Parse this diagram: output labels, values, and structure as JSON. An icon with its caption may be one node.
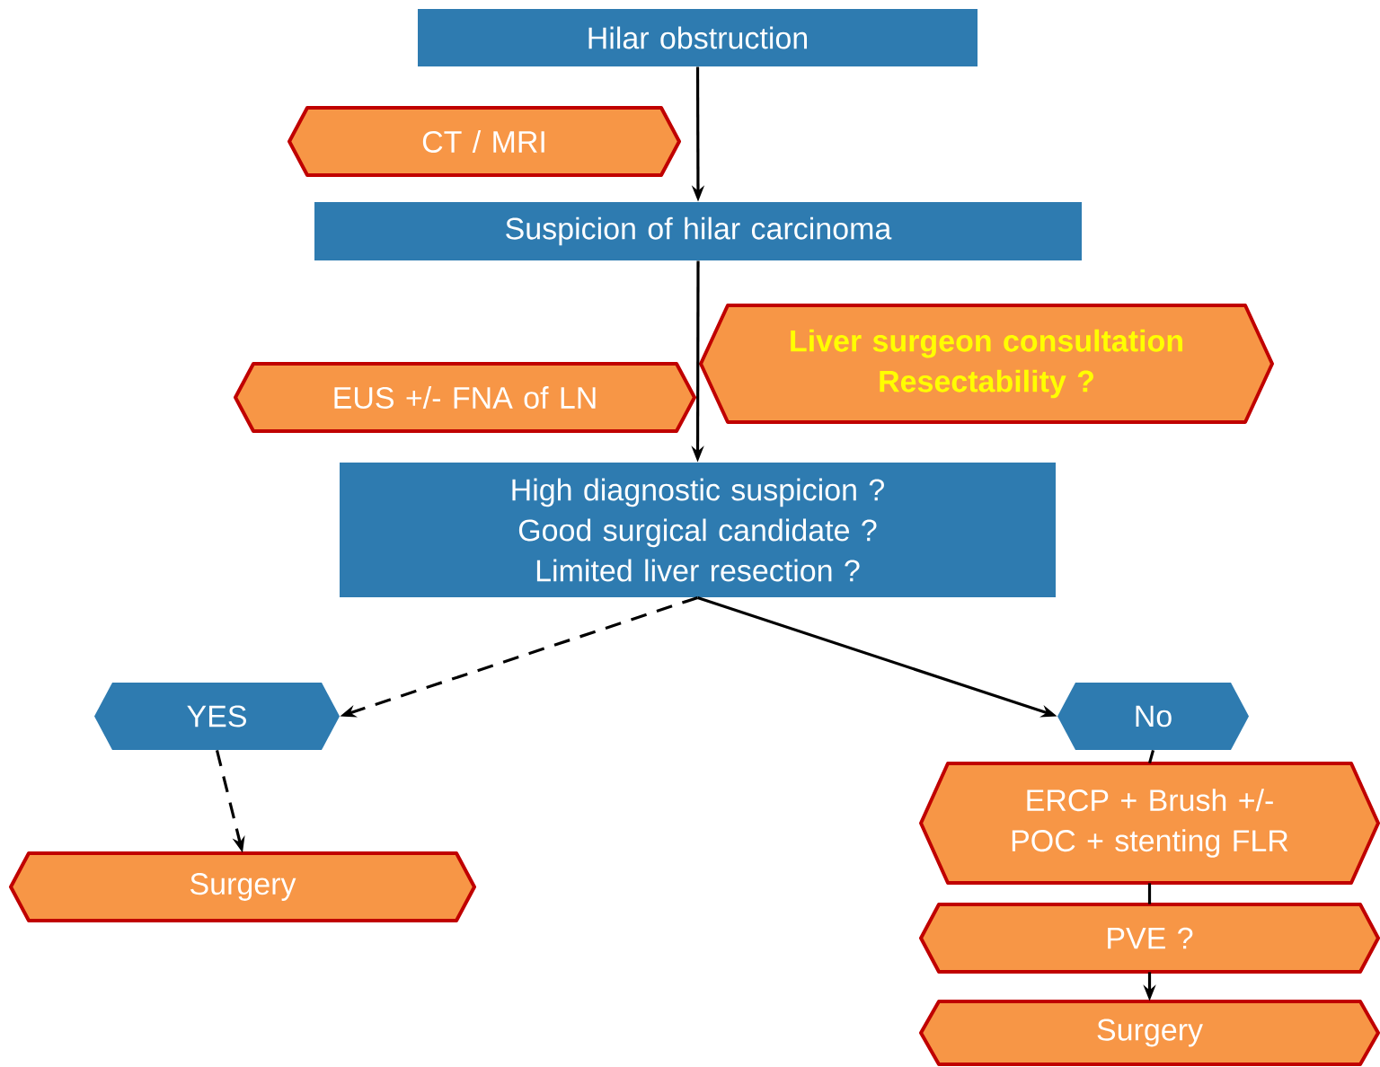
{
  "diagram": {
    "nodes": [
      {
        "text": [
          "Hilar obstruction"
        ]
      },
      {
        "text": [
          "CT / MRI"
        ]
      },
      {
        "text": [
          "Suspicion of hilar carcinoma"
        ]
      },
      {
        "text": [
          "Liver surgeon consultation Resectability ?"
        ]
      },
      {
        "text": [
          "EUS +/- FNA of LN"
        ]
      },
      {
        "text": [
          "High diagnostic suspicion ?",
          "Good surgical candidate ?",
          "Limited liver resection ?"
        ]
      },
      {
        "text": [
          "YES"
        ]
      },
      {
        "text": [
          "No"
        ]
      },
      {
        "text": [
          "Surgery"
        ]
      },
      {
        "text": [
          "ERCP + Brush +/- POC + stenting FLR"
        ]
      },
      {
        "text": [
          "PVE ?"
        ]
      },
      {
        "text": [
          "Surgery"
        ]
      }
    ],
    "edges": [
      {
        "from": 0,
        "to": 2,
        "arrow": "to"
      },
      {
        "from": 2,
        "to": 5,
        "arrow": "to"
      },
      {
        "from": 5,
        "to": 6,
        "arrow": "to",
        "style": "dashed"
      },
      {
        "from": 5,
        "to": 7,
        "arrow": "to"
      },
      {
        "from": 6,
        "to": 8,
        "arrow": "to",
        "style": "dashed"
      },
      {
        "from": 7,
        "to": 9,
        "arrow": "none"
      },
      {
        "from": 9,
        "to": 10,
        "arrow": "none"
      },
      {
        "from": 10,
        "to": 11,
        "arrow": "to"
      }
    ]
  }
}
